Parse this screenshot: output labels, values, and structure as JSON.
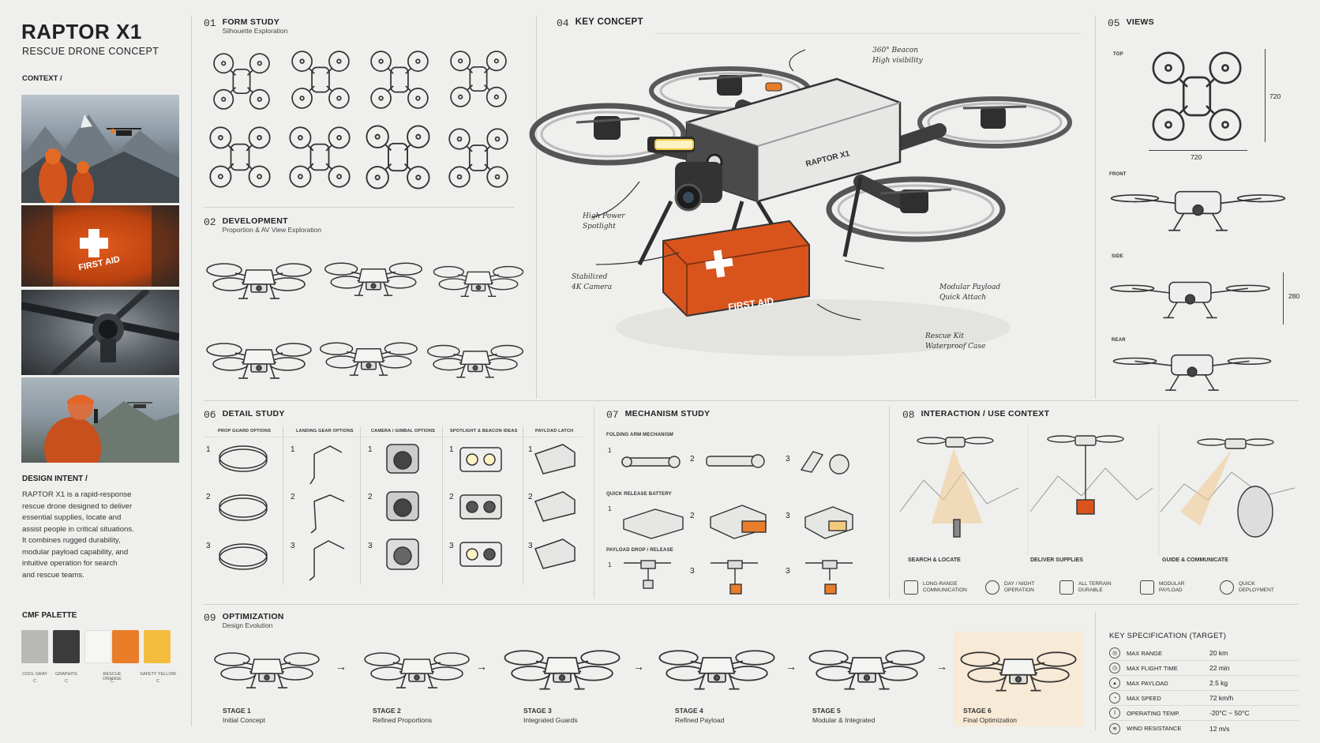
{
  "header": {
    "title": "RAPTOR X1",
    "subtitle": "RESCUE DRONE CONCEPT",
    "context_label": "CONTEXT /"
  },
  "photos": [
    {
      "alt": "rescuers-mountain-drone"
    },
    {
      "alt": "first-aid-bag",
      "text": "FIRST AID"
    },
    {
      "alt": "drone-closeup"
    },
    {
      "alt": "rescuer-radio"
    }
  ],
  "design_intent": {
    "title": "DESIGN INTENT /",
    "lines": [
      "RAPTOR X1 is a rapid-response",
      "rescue drone designed to deliver",
      "essential supplies, locate and",
      "assist people in critical situations.",
      "It combines rugged durability,",
      "modular payload capability, and",
      "intuitive operation for search",
      "and rescue teams."
    ]
  },
  "cmf": {
    "title": "CMF PALETTE",
    "swatches": [
      {
        "label": "COOL GRAY",
        "code": "C",
        "color": "#b8b8b6"
      },
      {
        "label": "GRAPHITE",
        "code": "C",
        "color": "#3b3b3b"
      },
      {
        "label": "RESCUE ORANGE",
        "code": "C",
        "color": "#f3f3f1"
      },
      {
        "label": "SAFETY YELLOW",
        "code": "C",
        "color": "#e97d2a"
      },
      {
        "label": "",
        "code": "",
        "color": "#f4bd3e"
      }
    ]
  },
  "sections": {
    "s01": {
      "num": "01",
      "title": "FORM STUDY",
      "sub": "Silhouette Exploration"
    },
    "s02": {
      "num": "02",
      "title": "DEVELOPMENT",
      "sub": "Proportion & AV View Exploration"
    },
    "s04": {
      "num": "04",
      "title": "KEY CONCEPT"
    },
    "s05": {
      "num": "05",
      "title": "VIEWS"
    },
    "s06": {
      "num": "06",
      "title": "DETAIL STUDY"
    },
    "s07": {
      "num": "07",
      "title": "MECHANISM STUDY"
    },
    "s08": {
      "num": "08",
      "title": "INTERACTION / USE CONTEXT"
    },
    "s09": {
      "num": "09",
      "title": "OPTIMIZATION",
      "sub": "Design Evolution"
    }
  },
  "key_concept": {
    "annotations": {
      "beacon": "360° Beacon\nHigh visibility",
      "spotlight": "High Power\nSpotlight",
      "camera": "Stabilized\n4K Camera",
      "payload": "Modular Payload\nQuick Attach",
      "kit": "Rescue Kit\nWaterproof Case"
    },
    "body_label": "RAPTOR X1",
    "kit_label": "FIRST AID"
  },
  "views": {
    "top": "TOP",
    "front": "FRONT",
    "side": "SIDE",
    "rear": "REAR",
    "dim_w": "720",
    "dim_h": "720",
    "dim_side": "280"
  },
  "detail_study": {
    "columns": [
      "PROP GUARD OPTIONS",
      "LANDING GEAR OPTIONS",
      "CAMERA / GIMBAL OPTIONS",
      "SPOTLIGHT & BEACON IDEAS",
      "PAYLOAD LATCH"
    ],
    "rows": [
      "1",
      "2",
      "3"
    ]
  },
  "mechanism": {
    "folding": "FOLDING ARM MECHANISM",
    "battery": "QUICK RELEASE BATTERY",
    "drop": "PAYLOAD DROP / RELEASE",
    "n1": "1",
    "n2": "2",
    "n3": "3"
  },
  "interaction": {
    "panels": [
      "SEARCH & LOCATE",
      "DELIVER SUPPLIES",
      "GUIDE & COMMUNICATE"
    ],
    "features": [
      {
        "l1": "LONG-RANGE",
        "l2": "COMMUNICATION"
      },
      {
        "l1": "DAY / NIGHT",
        "l2": "OPERATION"
      },
      {
        "l1": "ALL TERRAIN",
        "l2": "DURABLE"
      },
      {
        "l1": "MODULAR",
        "l2": "PAYLOAD"
      },
      {
        "l1": "QUICK",
        "l2": "DEPLOYMENT"
      }
    ]
  },
  "optimization": {
    "stages": [
      {
        "name": "STAGE 1",
        "desc": "Initial Concept"
      },
      {
        "name": "STAGE 2",
        "desc": "Refined Proportions"
      },
      {
        "name": "STAGE 3",
        "desc": "Integrated Guards"
      },
      {
        "name": "STAGE 4",
        "desc": "Refined Payload"
      },
      {
        "name": "STAGE 5",
        "desc": "Modular & Integrated"
      },
      {
        "name": "STAGE 6",
        "desc": "Final Optimization"
      }
    ],
    "highlight_color": "#f7ead6"
  },
  "specs": {
    "title": "KEY SPECIFICATION (TARGET)",
    "rows": [
      {
        "label": "MAX RANGE",
        "value": "20 km"
      },
      {
        "label": "MAX FLIGHT TIME",
        "value": "22 min"
      },
      {
        "label": "MAX PAYLOAD",
        "value": "2.5 kg"
      },
      {
        "label": "MAX SPEED",
        "value": "72 km/h"
      },
      {
        "label": "OPERATING TEMP.",
        "value": "-20°C ~ 50°C"
      },
      {
        "label": "WIND RESISTANCE",
        "value": "12 m/s"
      }
    ]
  },
  "colors": {
    "accent": "#e06a2a",
    "yellow": "#f4bd3e",
    "graphite": "#3b3b3b"
  }
}
